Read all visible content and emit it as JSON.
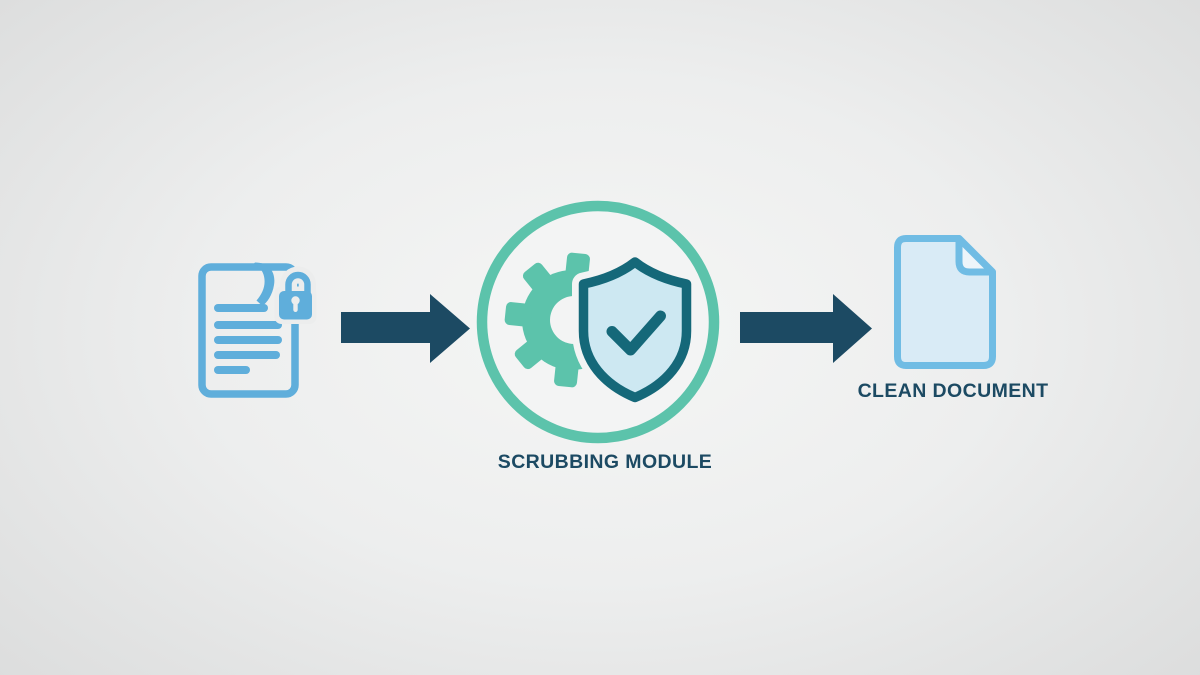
{
  "diagram": {
    "type": "process-flow",
    "steps": [
      {
        "id": "input",
        "icon_name": "locked-document-icon",
        "label": ""
      },
      {
        "id": "module",
        "icon_name": "gear-shield-check-icon",
        "label": "SCRUBBING MODULE"
      },
      {
        "id": "output",
        "icon_name": "clean-document-icon",
        "label": "CLEAN DOCUMENT"
      }
    ],
    "connectors": [
      {
        "from": "input",
        "to": "module",
        "icon_name": "arrow-right-icon"
      },
      {
        "from": "module",
        "to": "output",
        "icon_name": "arrow-right-icon"
      }
    ],
    "module": {
      "label": "SCRUBBING MODULE"
    },
    "output": {
      "label": "CLEAN DOCUMENT"
    }
  },
  "colors": {
    "background_center": "#F5F6F5",
    "background_edge": "#D9DADA",
    "light_blue": "#5FAEDB",
    "pale_blue_fill": "#D9EBF6",
    "fold_fill": "#EDF5FA",
    "teal": "#5CC3AB",
    "dark_teal": "#156879",
    "shield_fill": "#CDE8F2",
    "navy_arrow": "#1C4A63",
    "label_text": "#1C4A63"
  }
}
